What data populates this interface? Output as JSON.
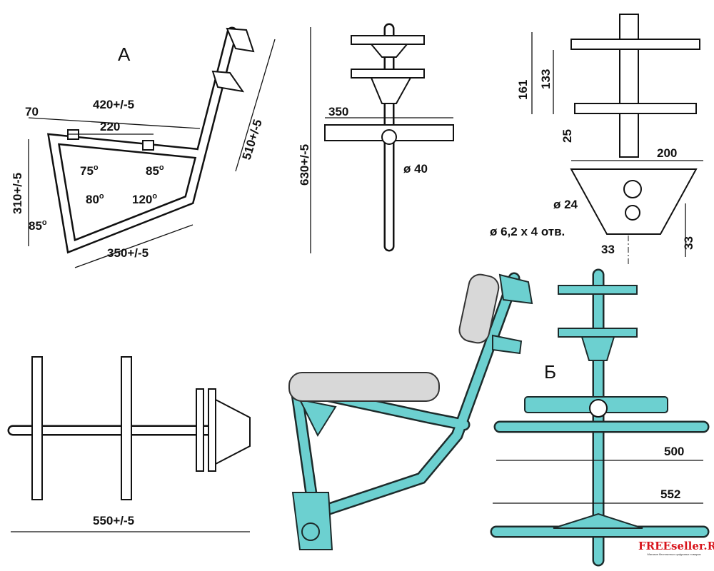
{
  "view_a": {
    "label": "А",
    "dims": {
      "d70": "70",
      "d420": "420+/-5",
      "d220": "220",
      "d310": "310+/-5",
      "d510": "510+/-5",
      "d350": "350+/-5"
    },
    "angles": {
      "a75": "75",
      "a85top": "85",
      "a80": "80",
      "a120": "120",
      "a85bottom": "85",
      "degree": "o"
    }
  },
  "side_view": {
    "d630": "630+/-5",
    "d350": "350",
    "d40": "ø 40"
  },
  "bracket_view": {
    "d161": "161",
    "d133": "133",
    "d25": "25",
    "d200": "200",
    "d24": "ø 24",
    "holes": "ø 6,2 x 4 отв.",
    "d33a": "33",
    "d33b": "33"
  },
  "axle_view": {
    "d550": "550+/-5"
  },
  "view_b": {
    "label": "Б",
    "d500": "500",
    "d552": "552"
  },
  "watermark": {
    "logo": "FREEseller.RV",
    "tagline": "Магазин бесплатных цифровых товаров"
  },
  "colors": {
    "frame": "#6cd0d0",
    "pad": "#d8d8d8",
    "watermark": "#d8141b"
  }
}
